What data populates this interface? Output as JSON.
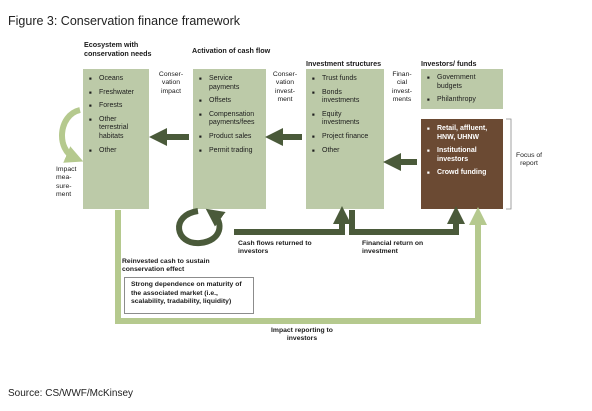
{
  "title": "Figure 3: Conservation finance framework",
  "columns": {
    "ecosystem": {
      "heading": "Ecosystem with conservation needs",
      "items": [
        "Oceans",
        "Freshwater",
        "Forests",
        "Other terrestrial habitats",
        "Other"
      ]
    },
    "cashflow": {
      "heading": "Activation of cash flow",
      "items": [
        "Service payments",
        "Offsets",
        "Compensation payments/fees",
        "Product sales",
        "Permit trading"
      ]
    },
    "investment": {
      "heading": "Investment structures",
      "items": [
        "Trust funds",
        "Bonds investments",
        "Equity investments",
        "Project finance",
        "Other"
      ]
    },
    "investors": {
      "heading": "Investors/ funds",
      "top_items": [
        "Government budgets",
        "Philanthropy"
      ],
      "focus_items": [
        "Retail, affluent, HNW, UHNW",
        "Institutional investors",
        "Crowd funding"
      ]
    }
  },
  "arrow_labels": {
    "conservation_impact": "Conser- vation impact",
    "conservation_investment": "Conser- vation invest- ment",
    "financial_investments": "Finan- cial invest- ments",
    "impact_measurement": "Impact mea- sure- ment",
    "focus_of_report": "Focus of report",
    "reinvested": "Reinvested cash to sustain conservation effect",
    "cash_flows_returned": "Cash flows returned to investors",
    "financial_return": "Financial return on investment",
    "impact_reporting": "Impact reporting to investors"
  },
  "strong_dependence": "Strong dependence on maturity of the associated market (i.e., scalability, tradability, liquidity)",
  "source": "Source: CS/WWF/McKinsey",
  "colors": {
    "box_green": "#bccaa8",
    "box_brown": "#6b4a33",
    "arrow_dark": "#4a5a3a",
    "arrow_light": "#b5c98e"
  }
}
